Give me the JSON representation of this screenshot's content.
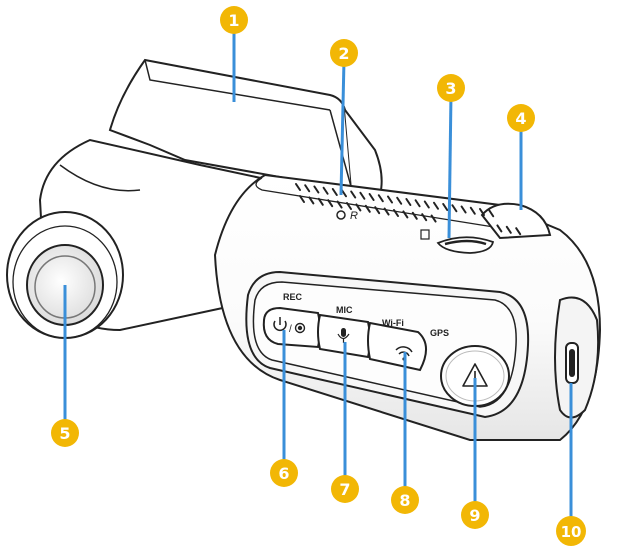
{
  "colors": {
    "callout": "#f2b705",
    "leader": "#3a8fd9",
    "outline": "#222222",
    "body_fill": "#ffffff",
    "panel_fill": "#f4f4f4"
  },
  "buttons": {
    "rec_label": "REC",
    "mic_label": "MIC",
    "wifi_label": "Wi-Fi",
    "gps_label": "GPS",
    "reset_label": "R"
  },
  "icons": {
    "power": "power-icon",
    "mic": "microphone-icon",
    "wifi": "wifi-icon",
    "emergency": "warning-triangle-icon",
    "sd": "sd-card-icon"
  },
  "callouts": {
    "c1": "1",
    "c2": "2",
    "c3": "3",
    "c4": "4",
    "c5": "5",
    "c6": "6",
    "c7": "7",
    "c8": "8",
    "c9": "9",
    "c10": "10"
  }
}
